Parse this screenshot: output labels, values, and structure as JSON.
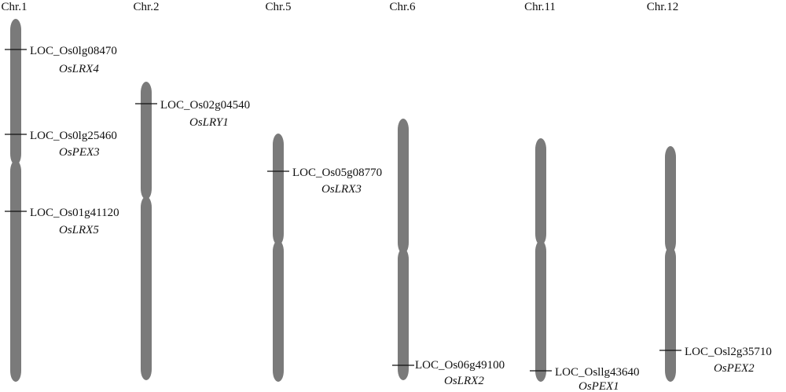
{
  "colors": {
    "chromosome": "#7a7a7a",
    "marker": "#111111",
    "text": "#111111",
    "background": "#ffffff"
  },
  "chromosomes": [
    {
      "label": "Chr.1",
      "markers": [
        {
          "locus": "LOC_Os0lg08470",
          "gene": "OsLRX4"
        },
        {
          "locus": "LOC_Os0lg25460",
          "gene": "OsPEX3"
        },
        {
          "locus": "LOC_Os01g41120",
          "gene": "OsLRX5"
        }
      ]
    },
    {
      "label": "Chr.2",
      "markers": [
        {
          "locus": "LOC_Os02g04540",
          "gene": "OsLRY1"
        }
      ]
    },
    {
      "label": "Chr.5",
      "markers": [
        {
          "locus": "LOC_Os05g08770",
          "gene": "OsLRX3"
        }
      ]
    },
    {
      "label": "Chr.6",
      "markers": [
        {
          "locus": "LOC_Os06g49100",
          "gene": "OsLRX2"
        }
      ]
    },
    {
      "label": "Chr.11",
      "markers": [
        {
          "locus": "LOC_Osllg43640",
          "gene": "OsPEX1"
        }
      ]
    },
    {
      "label": "Chr.12",
      "markers": [
        {
          "locus": "LOC_Osl2g35710",
          "gene": "OsPEX2"
        }
      ]
    }
  ]
}
